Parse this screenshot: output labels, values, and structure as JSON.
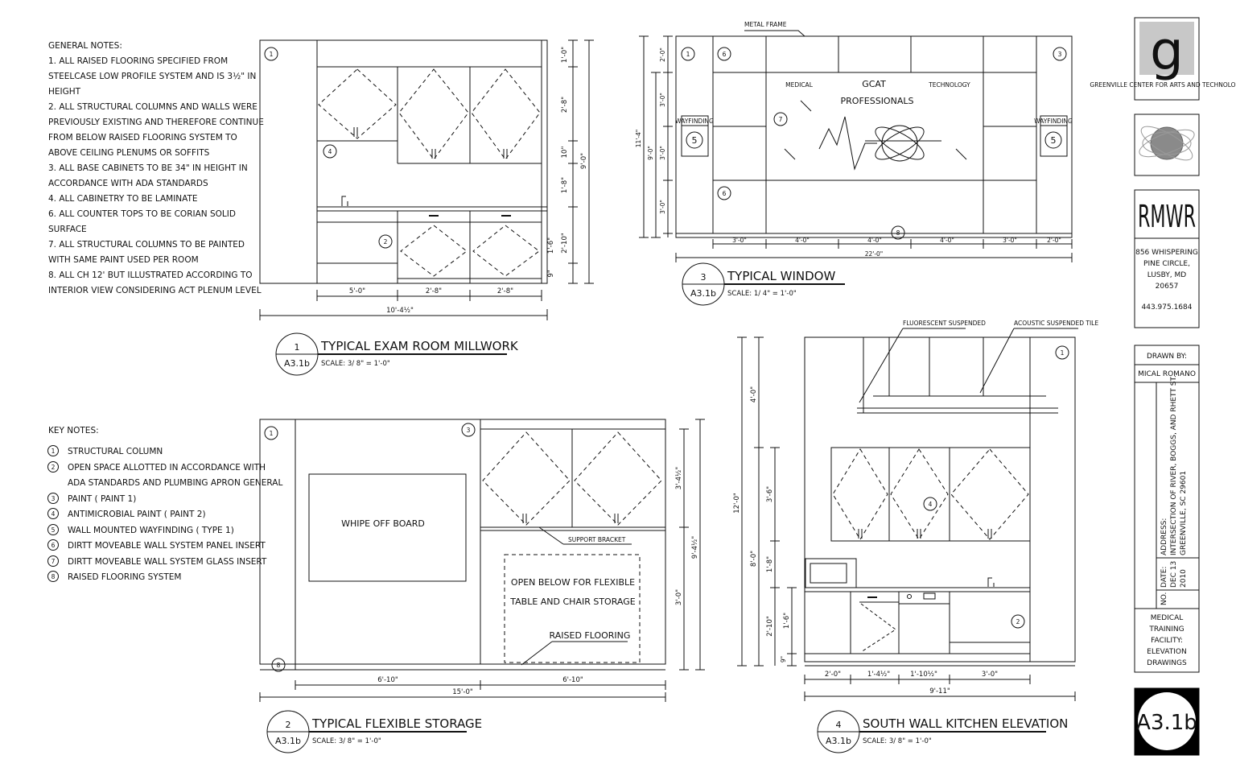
{
  "general_notes": {
    "title": "GENERAL NOTES:",
    "lines": [
      "1. ALL RAISED FLOORING SPECIFIED FROM",
      "STEELCASE LOW PROFILE SYSTEM AND IS 3½\" IN",
      "HEIGHT",
      "2. ALL STRUCTURAL COLUMNS AND WALLS WERE",
      "PREVIOUSLY EXISTING AND THEREFORE CONTINUE",
      "FROM BELOW RAISED FLOORING SYSTEM TO",
      "ABOVE CEILING PLENUMS OR SOFFITS",
      "3. ALL BASE CABINETS TO BE 34\" IN HEIGHT IN",
      "ACCORDANCE WITH ADA STANDARDS",
      "4. ALL CABINETRY TO BE LAMINATE",
      "6. ALL COUNTER TOPS TO BE CORIAN SOLID",
      "SURFACE",
      "7. ALL STRUCTURAL COLUMNS TO BE PAINTED",
      "WITH SAME PAINT USED PER ROOM",
      "8. ALL CH 12' BUT ILLUSTRATED ACCORDING TO",
      "INTERIOR VIEW CONSIDERING ACT PLENUM LEVEL"
    ]
  },
  "key_notes": {
    "title": "KEY NOTES:",
    "items": [
      {
        "num": "1",
        "text": "STRUCTURAL COLUMN"
      },
      {
        "num": "2",
        "text": "OPEN SPACE ALLOTTED IN ACCORDANCE WITH"
      },
      {
        "num": "",
        "text": "ADA STANDARDS AND PLUMBING APRON GENERAL"
      },
      {
        "num": "3",
        "text": "PAINT ( PAINT 1)"
      },
      {
        "num": "4",
        "text": "ANTIMICROBIAL PAINT ( PAINT 2)"
      },
      {
        "num": "5",
        "text": "WALL MOUNTED WAYFINDING ( TYPE 1)"
      },
      {
        "num": "6",
        "text": "DIRTT MOVEABLE WALL SYSTEM PANEL INSERT"
      },
      {
        "num": "7",
        "text": "DIRTT MOVEABLE WALL SYSTEM GLASS INSERT"
      },
      {
        "num": "8",
        "text": "RAISED FLOORING SYSTEM"
      }
    ]
  },
  "drawing1": {
    "num": "1",
    "sheet": "A3.1b",
    "title": "TYPICAL EXAM ROOM MILLWORK",
    "scale": "SCALE: 3/ 8\" = 1'-0\"",
    "dims": {
      "d1": "5'-0\"",
      "d2": "2'-8\"",
      "d3": "2'-8\"",
      "total": "10'-4½\"",
      "v1": "1'-0\"",
      "v2": "2'-8\"",
      "v3": "10\"",
      "v4": "1'-8\"",
      "v5": "1'-6\"",
      "v6": "9\"",
      "vb": "2'-10\"",
      "vt": "9'-0\""
    },
    "tags": {
      "a": "1",
      "b": "4",
      "c": "2"
    }
  },
  "drawing2": {
    "num": "2",
    "sheet": "A3.1b",
    "title": "TYPICAL FLEXIBLE STORAGE",
    "scale": "SCALE: 3/ 8\" = 1'-0\"",
    "board": "WHIPE OFF BOARD",
    "open_line1": "OPEN BELOW FOR FLEXIBLE",
    "open_line2": "TABLE AND CHAIR STORAGE",
    "raised": "RAISED FLOORING",
    "bracket": "SUPPORT BRACKET",
    "dims": {
      "d1": "6'-10\"",
      "d2": "6'-10\"",
      "total": "15'-0\"",
      "v1": "3'-4½\"",
      "v2": "9'-4½\"",
      "v3": "3'-0\""
    },
    "tags": {
      "a": "1",
      "b": "3",
      "c": "8"
    }
  },
  "drawing3": {
    "num": "3",
    "sheet": "A3.1b",
    "title": "TYPICAL WINDOW",
    "scale": "SCALE: 1/ 4\" = 1'-0\"",
    "frame": "METAL FRAME",
    "medical": "MEDICAL",
    "gcat": "GCAT",
    "professionals": "PROFESSIONALS",
    "technology": "TECHNOLOGY",
    "wayfinding": "WAYFINDING",
    "dims": {
      "d1": "3'-0\"",
      "d2": "4'-0\"",
      "d3": "4'-0\"",
      "d4": "4'-0\"",
      "d5": "3'-0\"",
      "d6": "2'-0\"",
      "total": "22'-0\"",
      "v1": "2'-0\"",
      "v2": "3'-0\"",
      "v3": "3'-0\"",
      "v4": "3'-0\"",
      "vt": "11'-4\"",
      "vm": "9'-0\""
    },
    "tags": {
      "a": "1",
      "b": "6",
      "c": "3",
      "d": "7",
      "e": "6",
      "f": "5",
      "g": "5",
      "h": "8"
    }
  },
  "drawing4": {
    "num": "4",
    "sheet": "A3.1b",
    "title": "SOUTH WALL KITCHEN ELEVATION",
    "scale": "SCALE: 3/ 8\" = 1'-0\"",
    "fluor": "FLUORESCENT SUSPENDED",
    "acoustic": "ACOUSTIC SUSPENDED TILE",
    "dims": {
      "d1": "2'-0\"",
      "d2": "1'-4½\"",
      "d3": "1'-10½\"",
      "d4": "3'-0\"",
      "total": "9'-11\"",
      "v1": "4'-0\"",
      "v2": "12'-0\"",
      "v3": "3'-6\"",
      "v4": "8'-0\"",
      "v5": "1'-8\"",
      "v6": "2'-10\"",
      "v7": "1'-6\"",
      "v8": "9\""
    },
    "tags": {
      "a": "1",
      "b": "4",
      "c": "2"
    }
  },
  "title_block": {
    "firm_name": "GREENVILLE CENTER FOR ARTS AND TECHNOLOGY",
    "logo_letter": "g",
    "rmr": "RMWR",
    "address_lines": [
      "856 WHISPERING",
      "PINE CIRCLE,",
      "LUSBY, MD",
      "20657",
      "",
      "443.975.1684"
    ],
    "drawn_by_label": "DRAWN BY:",
    "drawn_by": "MICAL ROMANO",
    "address_label": "ADDRESS:",
    "address_val1": "INTERSECTION OF RIVER, BOGGS, AND RHETT ST.",
    "address_val2": "GREENVILLE, SC 29601",
    "date_label": "DATE:",
    "date_val1": "DEC 13",
    "date_val2": "2010",
    "no_label": "NO.",
    "project": [
      "MEDICAL",
      "TRAINING",
      "FACILITY:",
      "ELEVATION",
      "DRAWINGS"
    ],
    "sheet": "A3.1b"
  }
}
